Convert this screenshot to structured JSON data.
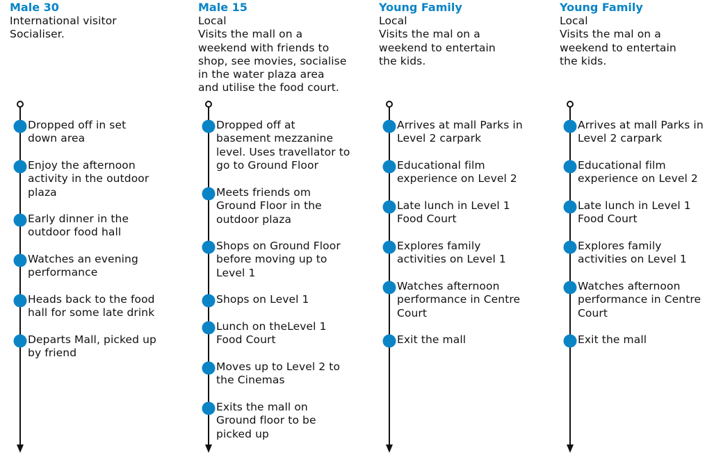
{
  "accent_color": "#0b84c6",
  "line_color": "#111111",
  "personas": [
    {
      "title": "Male 30",
      "description_lines": [
        "International visitor",
        "Socialiser."
      ],
      "steps": [
        {
          "lines": [
            "Dropped off in set",
            "down area"
          ]
        },
        {
          "lines": [
            "Enjoy the afternoon",
            "activity in the outdoor",
            "plaza"
          ]
        },
        {
          "lines": [
            "Early dinner in the",
            "outdoor food hall"
          ]
        },
        {
          "lines": [
            "Watches an evening",
            "performance"
          ]
        },
        {
          "lines": [
            "Heads back to the food",
            "hall for some late drink"
          ]
        },
        {
          "lines": [
            "Departs Mall, picked up",
            "by friend"
          ]
        }
      ]
    },
    {
      "title": "Male 15",
      "description_lines": [
        "Local",
        "Visits the mall on a",
        "weekend with friends to",
        "shop, see movies, socialise",
        "in the water plaza area",
        "and utilise the food court."
      ],
      "steps": [
        {
          "lines": [
            "Dropped off at",
            "basement mezzanine",
            "level. Uses travellator to",
            "go to Ground Floor"
          ]
        },
        {
          "lines": [
            "Meets friends om",
            "Ground Floor in the",
            "outdoor plaza"
          ]
        },
        {
          "lines": [
            "Shops on Ground Floor",
            "before moving up to",
            "Level 1"
          ]
        },
        {
          "lines": [
            "Shops on Level 1"
          ]
        },
        {
          "lines": [
            "Lunch on theLevel 1",
            "Food Court"
          ]
        },
        {
          "lines": [
            "Moves up to Level 2 to",
            "the Cinemas"
          ]
        },
        {
          "lines": [
            "Exits the mall on",
            "Ground floor to be",
            "picked up"
          ]
        }
      ]
    },
    {
      "title": "Young Family",
      "description_lines": [
        "Local",
        "Visits the mal on a",
        "weekend to entertain",
        "the kids."
      ],
      "steps": [
        {
          "lines": [
            "Arrives at mall Parks in",
            "Level 2 carpark"
          ]
        },
        {
          "lines": [
            "Educational film",
            "experience on Level 2"
          ]
        },
        {
          "lines": [
            "Late lunch in Level 1",
            "Food Court"
          ]
        },
        {
          "lines": [
            "Explores family",
            "activities on Level 1"
          ]
        },
        {
          "lines": [
            "Watches afternoon",
            "performance in Centre",
            "Court"
          ]
        },
        {
          "lines": [
            "Exit the mall"
          ]
        }
      ]
    },
    {
      "title": "Young Family",
      "description_lines": [
        "Local",
        "Visits the mal on a",
        "weekend to entertain",
        "the kids."
      ],
      "steps": [
        {
          "lines": [
            "Arrives at mall Parks in",
            "Level 2 carpark"
          ]
        },
        {
          "lines": [
            "Educational film",
            "experience on Level 2"
          ]
        },
        {
          "lines": [
            "Late lunch in Level 1",
            "Food Court"
          ]
        },
        {
          "lines": [
            "Explores family",
            "activities on Level 1"
          ]
        },
        {
          "lines": [
            "Watches afternoon",
            "performance in Centre",
            "Court"
          ]
        },
        {
          "lines": [
            "Exit the mall"
          ]
        }
      ]
    }
  ]
}
